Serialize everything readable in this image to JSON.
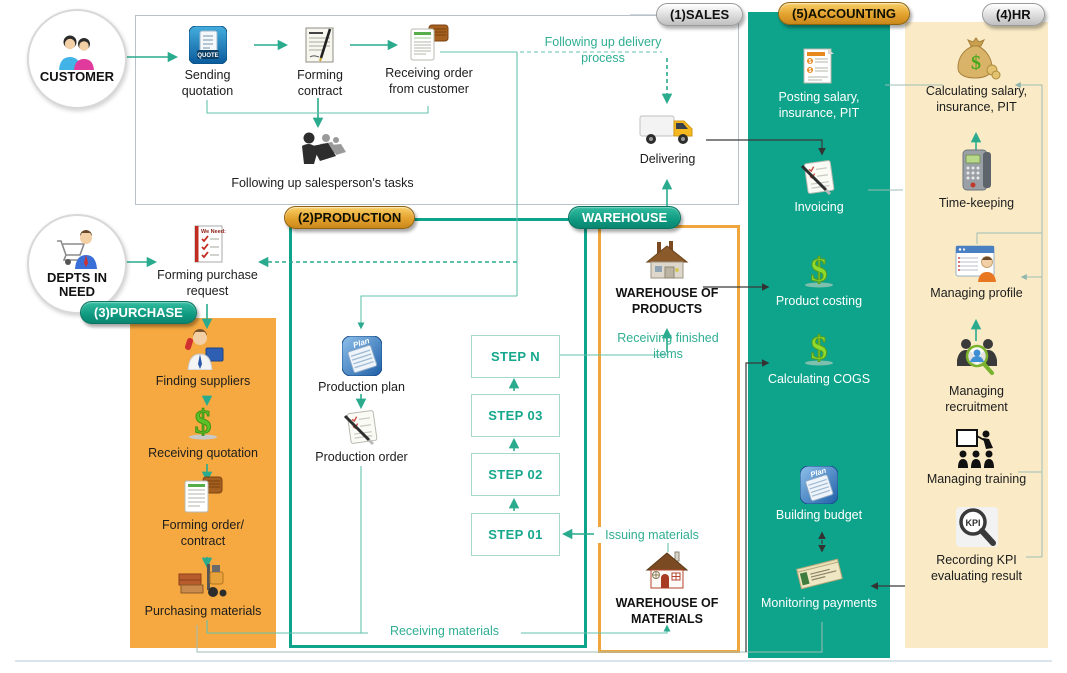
{
  "actors": {
    "customer": "CUSTOMER",
    "depts_in_need": "DEPTS IN NEED"
  },
  "pills": {
    "sales": "(1)SALES",
    "production": "(2)PRODUCTION",
    "purchase": "(3)PURCHASE",
    "hr": "(4)HR",
    "accounting": "(5)ACCOUNTING",
    "warehouse": "WAREHOUSE"
  },
  "sales": {
    "sending": "Sending quotation",
    "contract": "Forming contract",
    "receiving": "Receiving order from customer",
    "followup": "Following up salesperson's tasks",
    "delivering": "Delivering",
    "delivery_note": "Following up delivery process"
  },
  "purchase": {
    "request": "Forming purchase request",
    "finding": "Finding suppliers",
    "quotation": "Receiving quotation",
    "order": "Forming order/ contract",
    "purchasing": "Purchasing materials"
  },
  "production": {
    "plan": "Production plan",
    "order": "Production order",
    "steps": [
      "STEP N",
      "STEP 03",
      "STEP 02",
      "STEP 01"
    ],
    "receiving_note": "Receiving materials"
  },
  "warehouse": {
    "products": "WAREHOUSE OF PRODUCTS",
    "materials": "WAREHOUSE OF MATERIALS",
    "finished_note": "Receiving finished items",
    "issuing_note": "Issuing materials"
  },
  "accounting": {
    "posting": "Posting salary, insurance, PIT",
    "invoicing": "Invoicing",
    "costing": "Product costing",
    "cogs": "Calculating COGS",
    "budget": "Building budget",
    "payments": "Monitoring payments"
  },
  "hr": {
    "salary": "Calculating salary, insurance, PIT",
    "timekeeping": "Time-keeping",
    "profile": "Managing profile",
    "recruitment": "Managing recruitment",
    "training": "Managing training",
    "kpi": "Recording KPI evaluating result"
  },
  "colors": {
    "teal": "#0EA38B",
    "orange": "#F5A940",
    "cream": "#FAEBC6",
    "gold": "#E9A43C",
    "teal_text": "#2FAE93"
  }
}
